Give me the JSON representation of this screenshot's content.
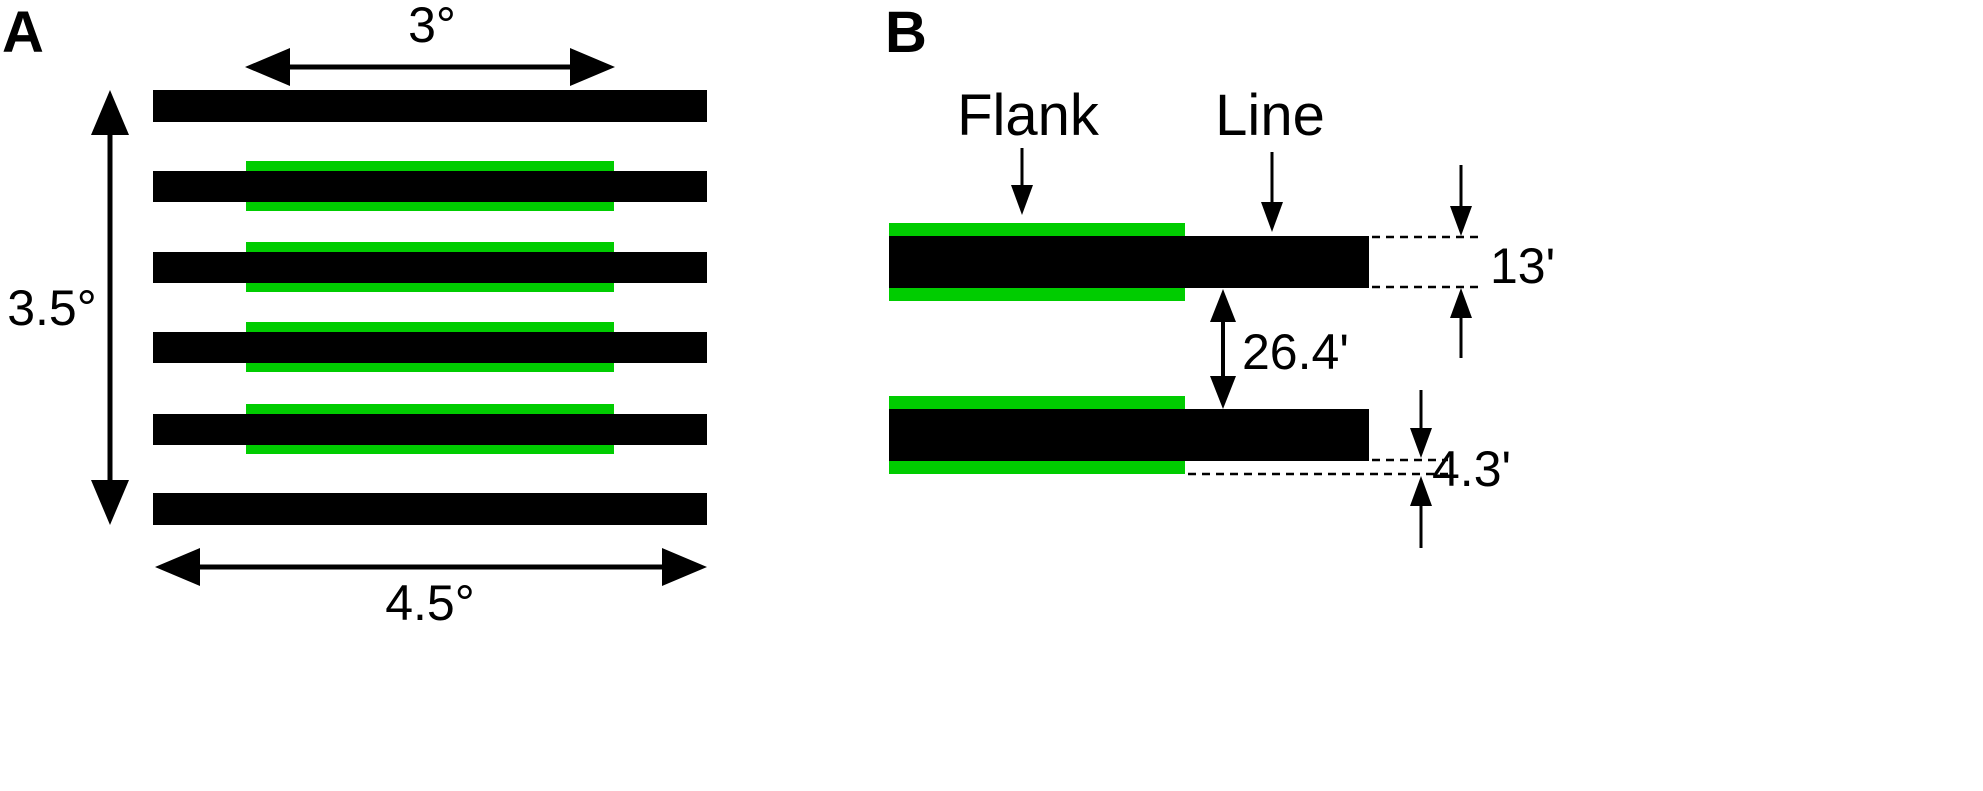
{
  "colors": {
    "line": "#000000",
    "flank": "#00cc00",
    "background": "#ffffff"
  },
  "panel_a": {
    "label": "A",
    "width_flank_label": "3°",
    "height_label": "3.5°",
    "width_total_label": "4.5°",
    "line_count": 6,
    "flanked_line_count": 4
  },
  "panel_b": {
    "label": "B",
    "flank_label": "Flank",
    "line_label": "Line",
    "line_width_label": "13'",
    "spacing_label": "26.4'",
    "flank_width_label": "4.3'"
  }
}
